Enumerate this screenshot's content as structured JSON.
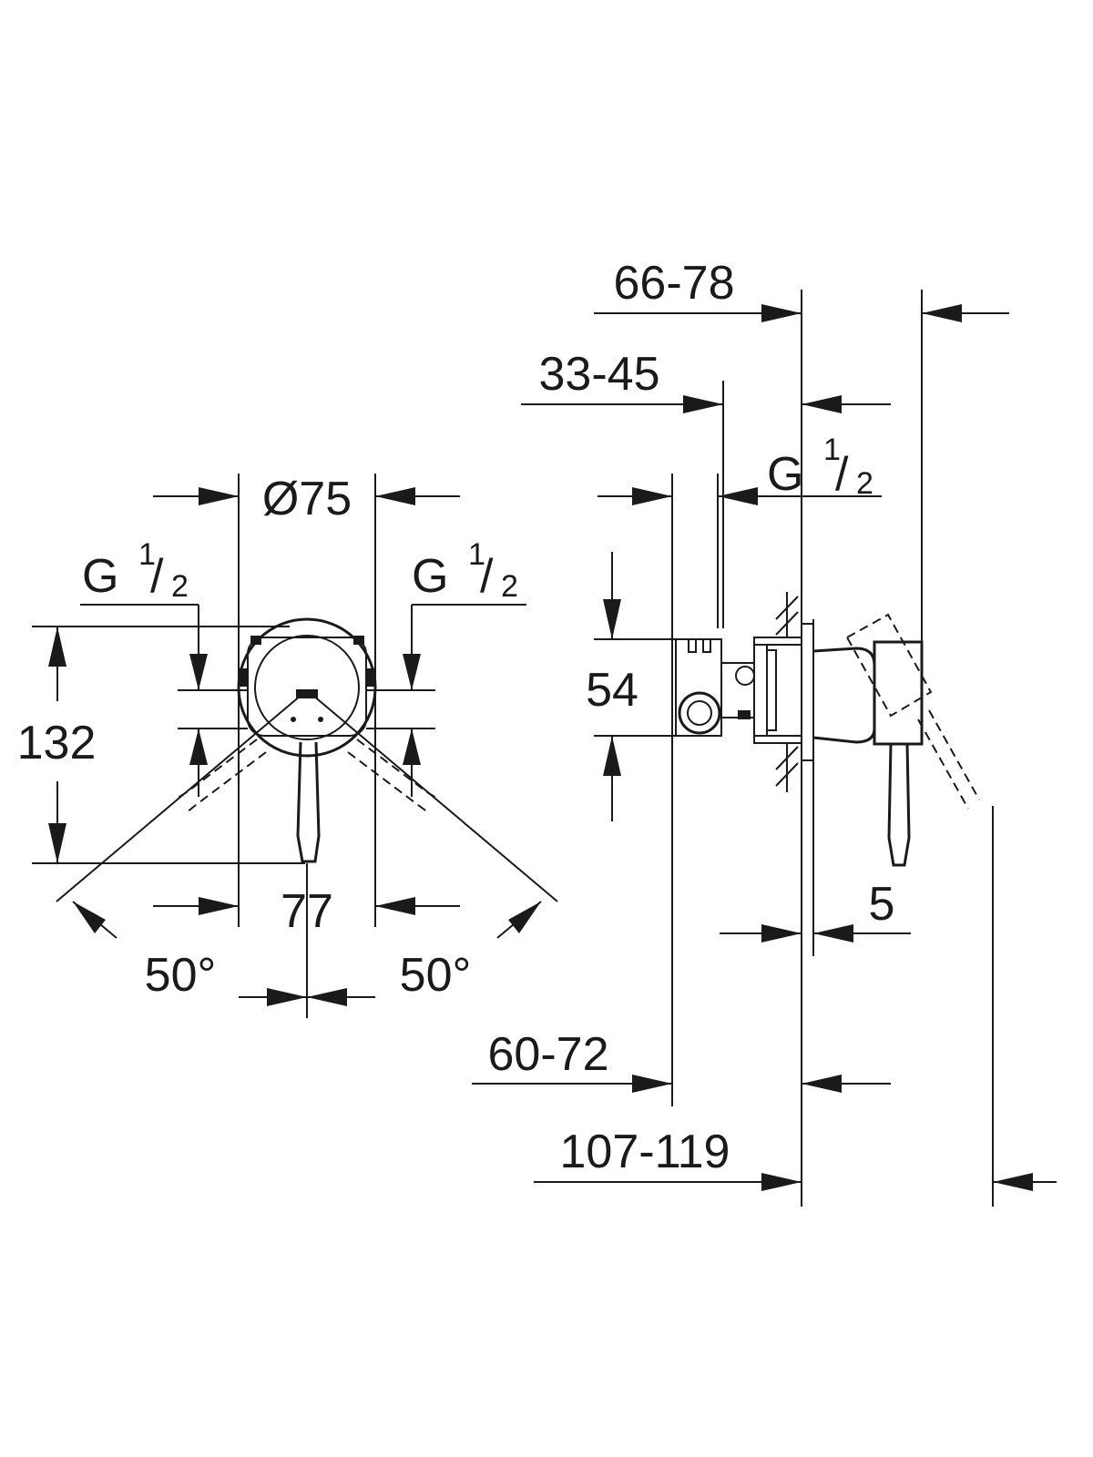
{
  "front_view": {
    "diameter_label": "Ø75",
    "g_left": {
      "letter": "G",
      "numerator": "1",
      "denominator": "2"
    },
    "g_right": {
      "letter": "G",
      "numerator": "1",
      "denominator": "2"
    },
    "height_label": "132",
    "width_label": "77",
    "angle_left_label": "50°",
    "angle_right_label": "50°"
  },
  "side_view": {
    "depth_max_label": "66-78",
    "depth_min_label": "33-45",
    "g": {
      "letter": "G",
      "numerator": "1",
      "denominator": "2"
    },
    "body_height_label": "54",
    "plate_label": "5",
    "install_min_label": "60-72",
    "install_max_label": "107-119"
  }
}
